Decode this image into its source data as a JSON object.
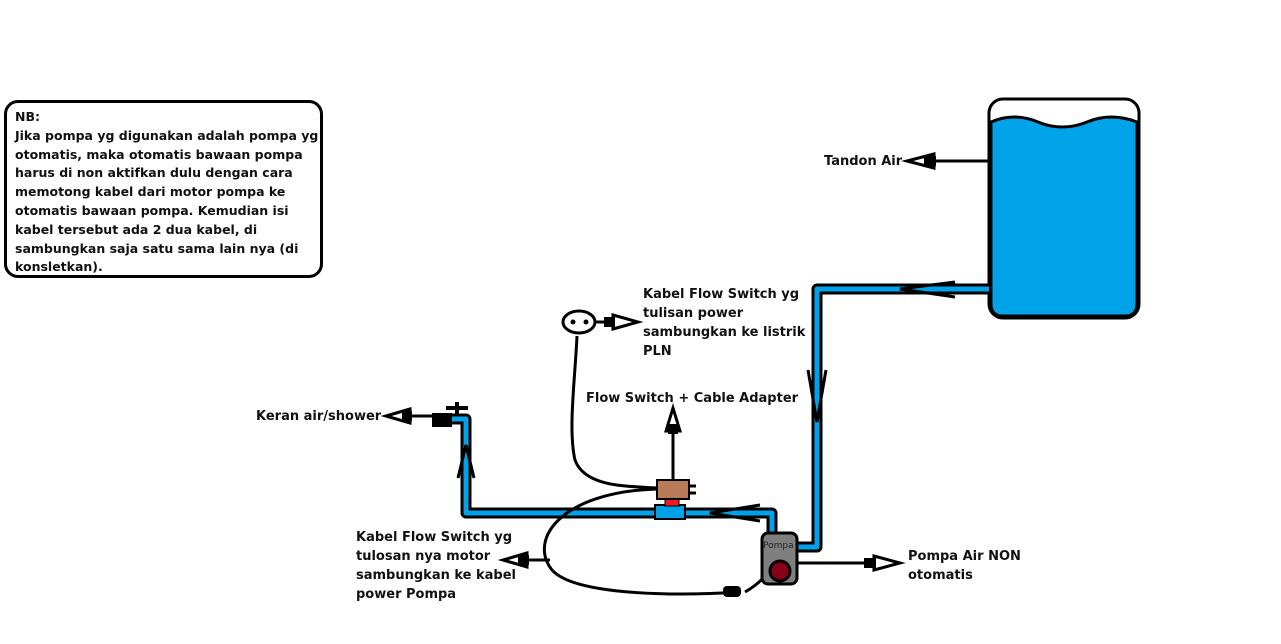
{
  "note": {
    "lines": [
      "NB:",
      "Jika pompa yg digunakan adalah pompa yg",
      "otomatis, maka otomatis bawaan pompa",
      "harus di non aktifkan dulu dengan cara",
      "memotong kabel dari motor pompa ke",
      "otomatis bawaan pompa. Kemudian isi",
      "kabel tersebut ada 2 dua kabel, di",
      "sambungkan saja satu sama lain nya (di",
      "konsletkan)."
    ]
  },
  "labels": {
    "tandon": "Tandon Air",
    "keran": "Keran air/shower",
    "flow_switch": "Flow Switch + Cable Adapter",
    "cable_power": [
      "Kabel Flow Switch yg",
      "tulisan power",
      "sambungkan ke listrik",
      "PLN"
    ],
    "cable_motor": [
      "Kabel Flow Switch yg",
      "tulosan nya motor",
      "sambungkan ke kabel",
      "power Pompa"
    ],
    "pump": [
      "Pompa Air NON",
      "otomatis"
    ],
    "pump_body": "Pompa"
  },
  "colors": {
    "water": "#00a2e8",
    "outline": "#000000",
    "flow_switch_body": "#b97a57",
    "flow_switch_core": "#ed1c24",
    "pump_body": "#7f7f7f",
    "pump_core": "#880015"
  },
  "icons": [
    "arrow-icon",
    "plug-icon",
    "tap-icon",
    "water-wave-icon"
  ]
}
